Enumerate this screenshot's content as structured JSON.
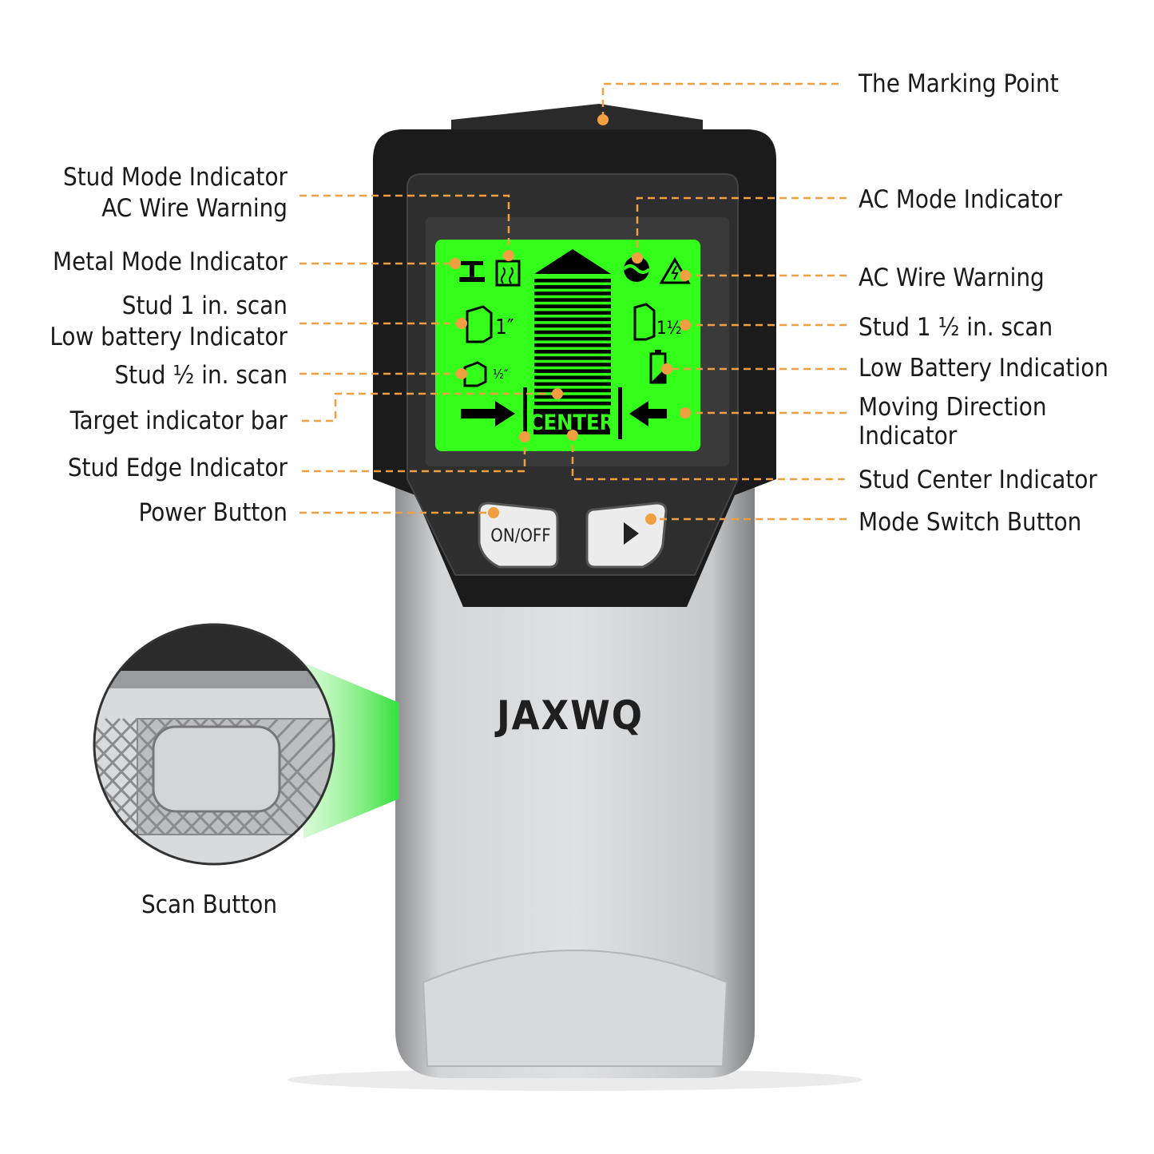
{
  "brand": "JAXWQ",
  "colors": {
    "leader": "#f0a040",
    "lcd_backlight": "#33ff1a",
    "body_black": "#1b1b1b",
    "body_silver": "#c9cacc"
  },
  "lcd": {
    "center_text": "CENTER"
  },
  "buttons": {
    "power": "ON/OFF",
    "mode_icon": "play-triangle-icon"
  },
  "left_labels": [
    {
      "lines": [
        "Stud Mode Indicator",
        "AC Wire Warning"
      ]
    },
    {
      "lines": [
        "Metal Mode Indicator"
      ]
    },
    {
      "lines": [
        "Stud 1 in. scan",
        "Low battery Indicator"
      ]
    },
    {
      "lines": [
        "Stud ½ in. scan"
      ]
    },
    {
      "lines": [
        "Target indicator bar"
      ]
    },
    {
      "lines": [
        "Stud Edge Indicator"
      ]
    },
    {
      "lines": [
        "Power Button"
      ]
    }
  ],
  "right_labels": [
    {
      "lines": [
        "The Marking Point"
      ]
    },
    {
      "lines": [
        "AC Mode Indicator"
      ]
    },
    {
      "lines": [
        "AC Wire Warning"
      ]
    },
    {
      "lines": [
        "Stud 1 ½ in. scan"
      ]
    },
    {
      "lines": [
        "Low Battery Indication"
      ]
    },
    {
      "lines": [
        "Moving Direction",
        "Indicator"
      ]
    },
    {
      "lines": [
        "Stud Center Indicator"
      ]
    },
    {
      "lines": [
        "Mode Switch Button"
      ]
    }
  ],
  "inset": {
    "label": "Scan Button"
  }
}
